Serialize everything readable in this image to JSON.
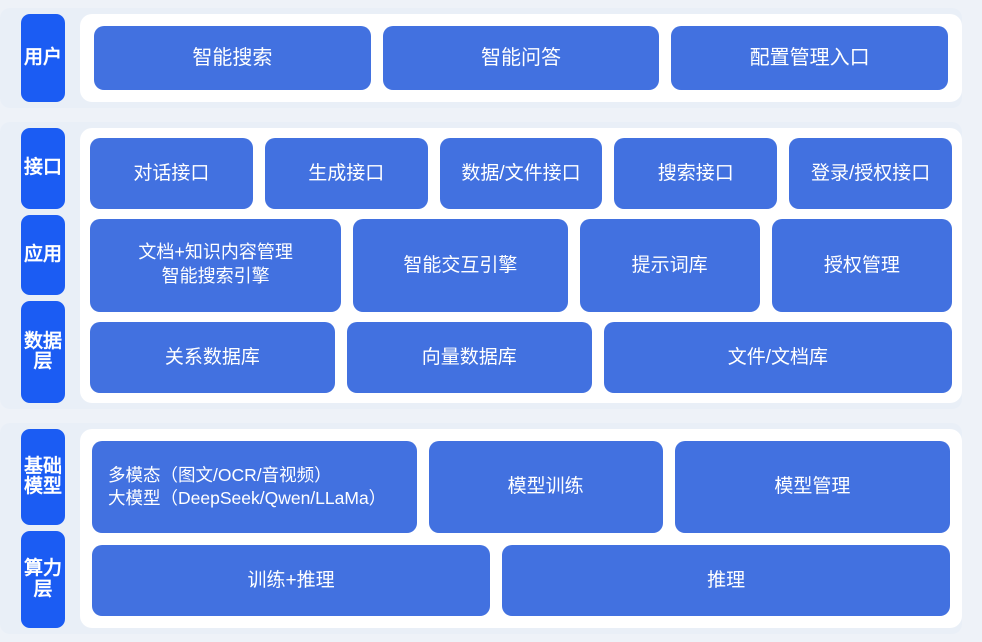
{
  "theme": {
    "page_background": "#eef2f8",
    "band_background": "#e9eff7",
    "panel_background": "#ffffff",
    "tag_color": "#1b5cf3",
    "box_color": "#4271e0",
    "text_color": "#ffffff"
  },
  "sections": [
    {
      "id": "user",
      "tags": [
        "用户"
      ],
      "rows": [
        {
          "id": "user-entries",
          "boxes": [
            "智能搜索",
            "智能问答",
            "配置管理入口"
          ]
        }
      ]
    },
    {
      "id": "middle",
      "tags": [
        "接口",
        "应用",
        "数据层"
      ],
      "rows": [
        {
          "id": "interface",
          "boxes": [
            "对话接口",
            "生成接口",
            "数据/文件接口",
            "搜索接口",
            "登录/授权接口"
          ]
        },
        {
          "id": "application",
          "boxes": [
            "文档+知识内容管理\n智能搜索引擎",
            "智能交互引擎",
            "提示词库",
            "授权管理"
          ]
        },
        {
          "id": "data",
          "boxes": [
            "关系数据库",
            "向量数据库",
            "文件/文档库"
          ]
        }
      ]
    },
    {
      "id": "infra",
      "tags": [
        "基础模型",
        "算力层"
      ],
      "rows": [
        {
          "id": "model",
          "boxes": [
            "多模态（图文/OCR/音视频）\n大模型（DeepSeek/Qwen/LLaMa）",
            "模型训练",
            "模型管理"
          ]
        },
        {
          "id": "compute",
          "boxes": [
            "训练+推理",
            "推理"
          ]
        }
      ]
    }
  ]
}
